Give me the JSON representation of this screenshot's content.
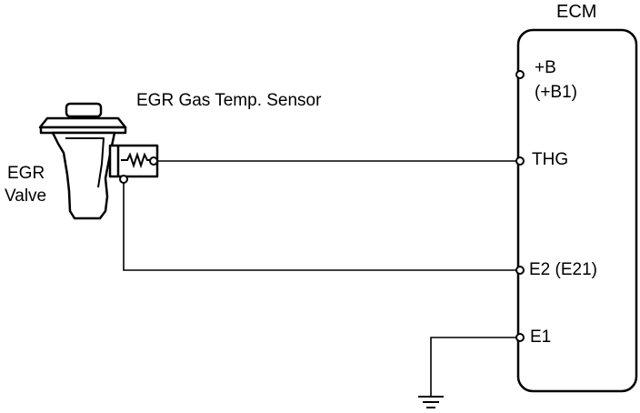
{
  "diagram": {
    "ecm_label": "ECM",
    "sensor_label": "EGR Gas Temp. Sensor",
    "valve_label_line1": "EGR",
    "valve_label_line2": "Valve",
    "pins": {
      "b_line1": "+B",
      "b_line2": "(+B1)",
      "thg": "THG",
      "e2": "E2 (E21)",
      "e1": "E1"
    }
  },
  "colors": {
    "line": "#000000",
    "background": "#ffffff"
  }
}
